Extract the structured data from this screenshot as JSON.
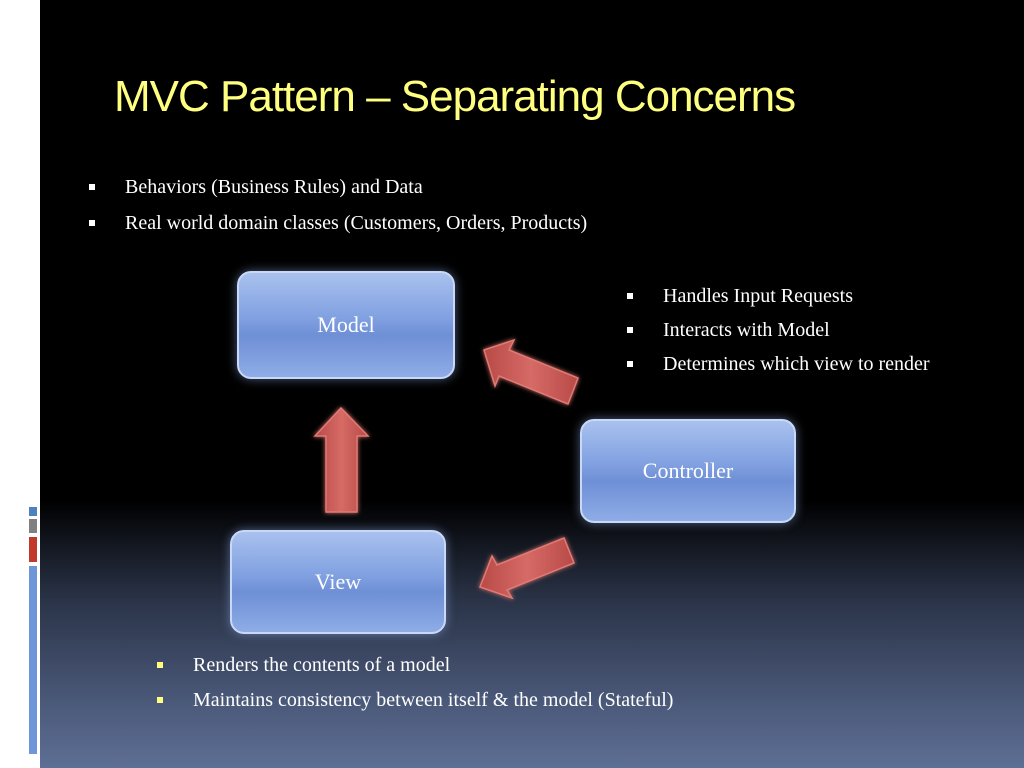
{
  "title": "MVC Pattern – Separating Concerns",
  "model_bullets": [
    "Behaviors (Business Rules) and Data",
    "Real world domain classes (Customers, Orders, Products)"
  ],
  "controller_bullets": [
    "Handles Input Requests",
    "Interacts with Model",
    "Determines which view to render"
  ],
  "view_bullets": [
    "Renders the contents of a model",
    "Maintains consistency between itself & the model (Stateful)"
  ],
  "boxes": {
    "model": "Model",
    "controller": "Controller",
    "view": "View"
  },
  "colors": {
    "title": "#ffff80",
    "box_fill": "#7f9fe0",
    "arrow_fill": "#c0504d"
  },
  "icons": {
    "arrows": [
      "arrow-up-icon",
      "arrow-up-left-icon",
      "arrow-down-left-icon"
    ]
  }
}
